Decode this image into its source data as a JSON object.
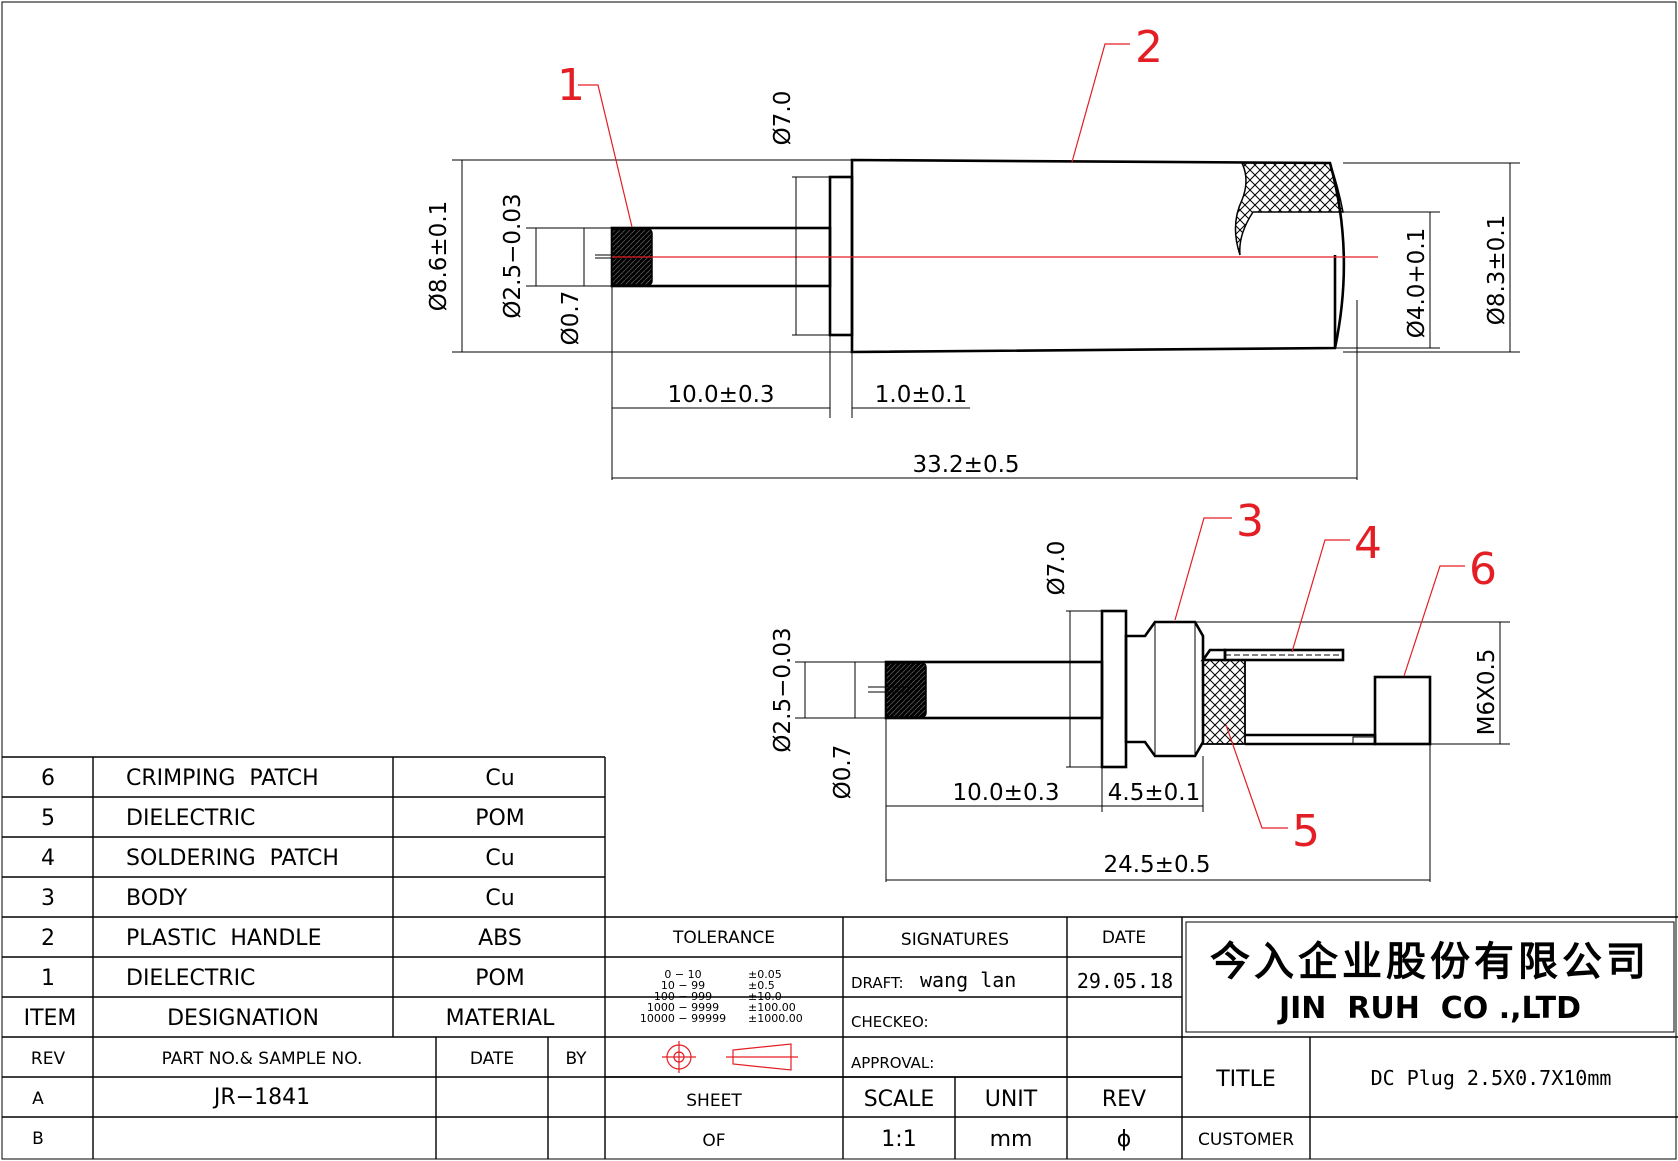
{
  "drawing": {
    "side_view": {
      "dims": {
        "d_body": "Ø8.6±0.1",
        "d_pin": "Ø2.5−0.03",
        "d_hole": "Ø0.7",
        "d_flange": "Ø7.0",
        "d_bore": "Ø4.0+0.1",
        "d_end": "Ø8.3±0.1",
        "len_pin": "10.0±0.3",
        "len_flange": "1.0±0.1",
        "len_total": "33.2±0.5"
      },
      "callouts": [
        "1",
        "2"
      ]
    },
    "section_view": {
      "dims": {
        "d_flange": "Ø7.0",
        "d_pin": "Ø2.5−0.03",
        "d_hole": "Ø0.7",
        "thread": "M6X0.5",
        "len_pin": "10.0±0.3",
        "len_body": "4.5±0.1",
        "len_total": "24.5±0.5"
      },
      "callouts": [
        "3",
        "4",
        "5",
        "6"
      ]
    }
  },
  "bom": {
    "rows": [
      {
        "item": "6",
        "designation": "CRIMPING  PATCH",
        "material": "Cu"
      },
      {
        "item": "5",
        "designation": "DIELECTRIC",
        "material": "POM"
      },
      {
        "item": "4",
        "designation": "SOLDERING  PATCH",
        "material": "Cu"
      },
      {
        "item": "3",
        "designation": "BODY",
        "material": "Cu"
      },
      {
        "item": "2",
        "designation": "PLASTIC  HANDLE",
        "material": "ABS"
      },
      {
        "item": "1",
        "designation": "DIELECTRIC",
        "material": "POM"
      }
    ],
    "header": {
      "item": "ITEM",
      "designation": "DESIGNATION",
      "material": "MATERIAL"
    }
  },
  "revisions": {
    "header": {
      "rev": "REV",
      "part": "PART NO.& SAMPLE NO.",
      "date": "DATE",
      "by": "BY"
    },
    "rows": [
      {
        "rev": "A",
        "part": "JR−1841",
        "date": "",
        "by": ""
      },
      {
        "rev": "B",
        "part": "",
        "date": "",
        "by": ""
      }
    ]
  },
  "tolerance": {
    "label": "TOLERANCE",
    "lines": [
      {
        "range": "0  −  10",
        "tol": "±0.05"
      },
      {
        "range": "10  −  99",
        "tol": "±0.5"
      },
      {
        "range": "100  −  999",
        "tol": "±10.0"
      },
      {
        "range": "1000  −  9999",
        "tol": "±100.00"
      },
      {
        "range": "10000  −  99999",
        "tol": "±1000.00"
      }
    ]
  },
  "signatures": {
    "label": "SIGNATURES",
    "date_label": "DATE",
    "draft_label": "DRAFT:",
    "draft_name": "wang lan",
    "draft_date": "29.05.18",
    "checked_label": "CHECKEO:",
    "approval_label": "APPROVAL:"
  },
  "sheet": {
    "sheet_label": "SHEET",
    "of_label": "OF",
    "scale_label": "SCALE",
    "scale_value": "1:1",
    "unit_label": "UNIT",
    "unit_value": "mm",
    "rev_label": "REV",
    "rev_value": "ϕ"
  },
  "company": {
    "name_cn": "今入企业股份有限公司",
    "name_en": "JIN  RUH  CO .,LTD"
  },
  "title_block": {
    "title_label": "TITLE",
    "title_value": "DC Plug 2.5X0.7X10mm",
    "customer_label": "CUSTOMER",
    "customer_value": ""
  }
}
